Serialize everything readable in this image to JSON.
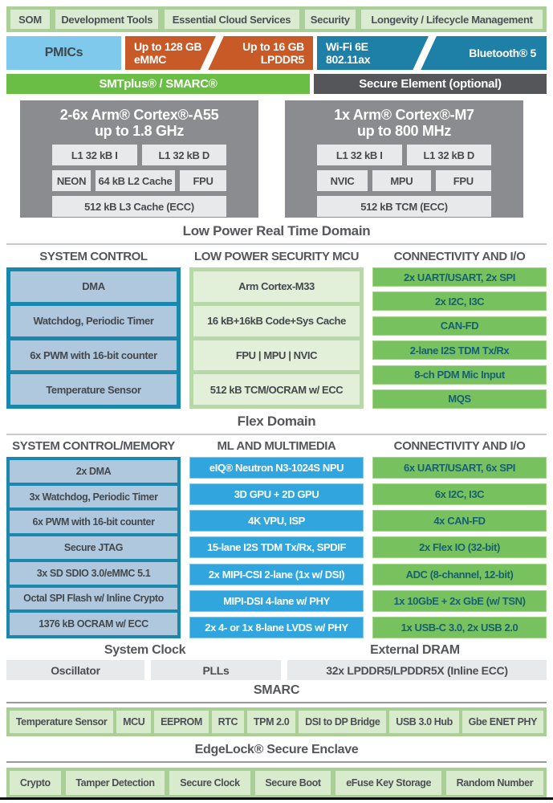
{
  "palette": {
    "band_green": "#ABCF98",
    "band_item_green": "#DBEBD2",
    "light_blue": "#7EC9EC",
    "orange": "#C85A28",
    "teal": "#1F80A7",
    "green": "#6ABD45",
    "dark_gray": "#54565A",
    "cpu_gray": "#8A8C8F",
    "box_gray": "#E8E9EA",
    "teal_container": "#1A87AD",
    "steel_item": "#AFC8DD",
    "green_container": "#B9D8A9",
    "pale_green_item": "#E2EFD9",
    "green_item": "#77C25E",
    "green_item_text": "#175F73",
    "blue_item": "#31A5DD"
  },
  "top_band": {
    "items": [
      "SOM",
      "Development Tools",
      "Essential Cloud Services",
      "Security",
      "Longevity / Lifecycle Management"
    ]
  },
  "hw": {
    "pmics": "PMICs",
    "emmc1": "Up to 128 GB",
    "emmc2": "eMMC",
    "lpddr1": "Up to 16 GB",
    "lpddr2": "LPDDR5",
    "wifi1": "Wi-Fi 6E",
    "wifi2": "802.11ax",
    "bt": "Bluetooth® 5"
  },
  "module": {
    "smtplus": "SMTplus® / SMARC®",
    "secure_element": "Secure Element (optional)"
  },
  "a55": {
    "t1": "2-6x Arm® Cortex®-A55",
    "t2": "up to 1.8 GHz",
    "b1": "L1 32 kB I",
    "b2": "L1 32 kB D",
    "b3": "NEON",
    "b4": "64 kB L2 Cache",
    "b5": "FPU",
    "b6": "512 kB L3 Cache (ECC)"
  },
  "m7": {
    "t1": "1x Arm® Cortex®-M7",
    "t2": "up to 800 MHz",
    "b1": "L1 32 kB I",
    "b2": "L1 32 kB D",
    "b3": "NVIC",
    "b4": "MPU",
    "b5": "FPU",
    "b6": "512 kB TCM (ECC)"
  },
  "captions": {
    "realtime": "Low Power Real Time Domain",
    "flex": "Flex Domain",
    "smarc": "SMARC",
    "edgelock": "EdgeLock® Secure Enclave"
  },
  "flex": {
    "sc": {
      "header": "SYSTEM CONTROL",
      "items": [
        "DMA",
        "Watchdog, Periodic Timer",
        "6x PWM with 16-bit counter",
        "Temperature Sensor"
      ]
    },
    "mcu": {
      "header": "LOW POWER SECURITY MCU",
      "items": [
        "Arm Cortex-M33",
        "16 kB+16kB Code+Sys Cache",
        "FPU | MPU | NVIC",
        "512 kB TCM/OCRAM w/ ECC"
      ]
    },
    "io": {
      "header": "CONNECTIVITY AND I/O",
      "items": [
        "2x UART/USART, 2x SPI",
        "2x I2C, I3C",
        "CAN-FD",
        "2-lane I2S TDM Tx/Rx",
        "8-ch PDM Mic Input",
        "MQS"
      ]
    }
  },
  "main": {
    "scm": {
      "header": "SYSTEM CONTROL/MEMORY",
      "items": [
        "2x DMA",
        "3x Watchdog, Periodic Timer",
        "6x PWM with 16-bit counter",
        "Secure JTAG",
        "3x SD SDIO 3.0/eMMC 5.1",
        "Octal SPI Flash w/ Inline Crypto",
        "1376 kB OCRAM w/ ECC"
      ]
    },
    "ml": {
      "header": "ML AND MULTIMEDIA",
      "items": [
        "eIQ® Neutron N3-1024S NPU",
        "3D GPU + 2D GPU",
        "4K VPU, ISP",
        "15-lane I2S TDM Tx/Rx, SPDIF",
        "2x MIPI-CSI 2-lane (1x w/ DSI)",
        "MIPI-DSI 4-lane w/ PHY",
        "2x 4- or 1x 8-lane LVDS w/ PHY"
      ]
    },
    "io": {
      "header": "CONNECTIVITY AND I/O",
      "items": [
        "6x UART/USART, 6x SPI",
        "6x I2C, I3C",
        "4x CAN-FD",
        "2x Flex IO (32-bit)",
        "ADC (8-channel, 12-bit)",
        "1x 10GbE + 2x GbE (w/ TSN)",
        "1x USB-C 3.0, 2x USB 2.0"
      ]
    }
  },
  "clock": {
    "h1": "System Clock",
    "h2": "External DRAM",
    "osc": "Oscillator",
    "plls": "PLLs",
    "dram": "32x LPDDR5/LPDDR5X (Inline ECC)"
  },
  "smarc_band": {
    "items": [
      "Temperature Sensor",
      "MCU",
      "EEPROM",
      "RTC",
      "TPM 2.0",
      "DSI to DP Bridge",
      "USB 3.0 Hub",
      "Gbe ENET PHY"
    ]
  },
  "edgelock_band": {
    "items": [
      "Crypto",
      "Tamper Detection",
      "Secure Clock",
      "Secure Boot",
      "eFuse Key Storage",
      "Random Number"
    ]
  }
}
